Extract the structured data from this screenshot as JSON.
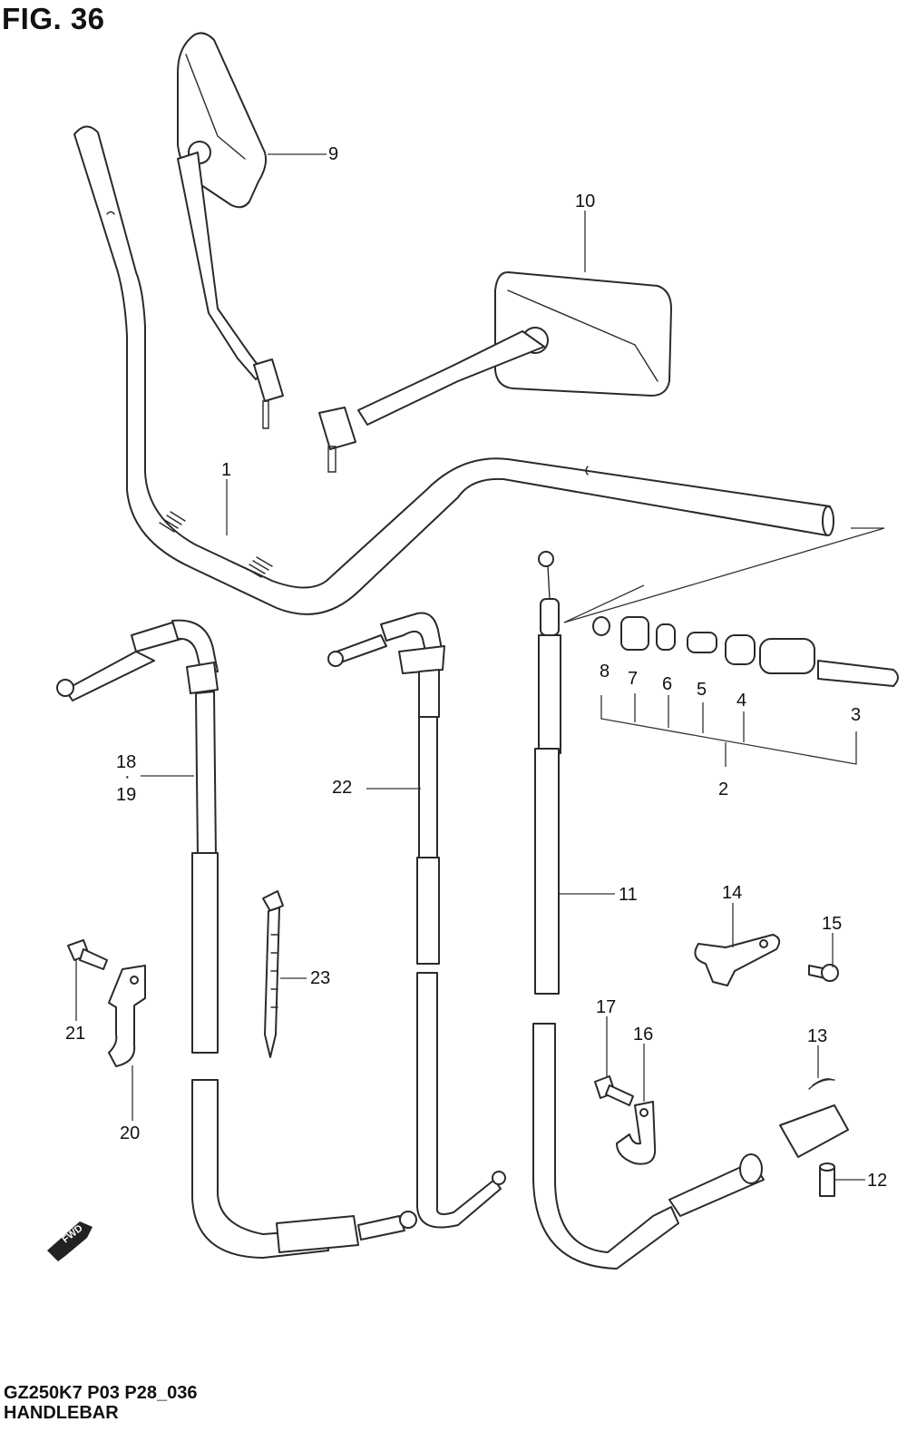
{
  "figure": {
    "title": "FIG. 36",
    "model_code": "GZ250K7 P03 P28_036",
    "section_name": "HANDLEBAR"
  },
  "fwd_badge": "FWD",
  "callouts": [
    {
      "id": "c1",
      "label": "1"
    },
    {
      "id": "c2",
      "label": "2"
    },
    {
      "id": "c3",
      "label": "3"
    },
    {
      "id": "c4",
      "label": "4"
    },
    {
      "id": "c5",
      "label": "5"
    },
    {
      "id": "c6",
      "label": "6"
    },
    {
      "id": "c7",
      "label": "7"
    },
    {
      "id": "c8",
      "label": "8"
    },
    {
      "id": "c9",
      "label": "9"
    },
    {
      "id": "c10",
      "label": "10"
    },
    {
      "id": "c11",
      "label": "11"
    },
    {
      "id": "c12",
      "label": "12"
    },
    {
      "id": "c13",
      "label": "13"
    },
    {
      "id": "c14",
      "label": "14"
    },
    {
      "id": "c15",
      "label": "15"
    },
    {
      "id": "c16",
      "label": "16"
    },
    {
      "id": "c17",
      "label": "17"
    },
    {
      "id": "c18",
      "label": "18"
    },
    {
      "id": "c19",
      "label": "19"
    },
    {
      "id": "c20",
      "label": "20"
    },
    {
      "id": "c21",
      "label": "21"
    },
    {
      "id": "c22",
      "label": "22"
    },
    {
      "id": "c23",
      "label": "23"
    }
  ],
  "colors": {
    "line": "#2a2a2a",
    "background": "#ffffff"
  }
}
